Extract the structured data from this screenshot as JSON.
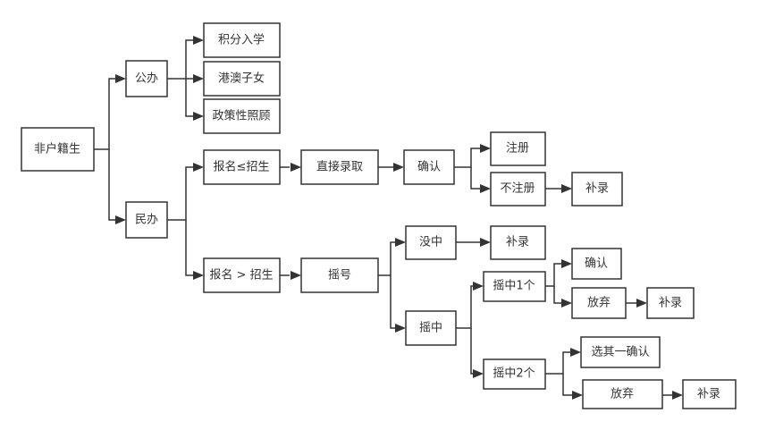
{
  "nodes": {
    "root": "非户籍生",
    "gongban": "公办",
    "jifen": "积分入学",
    "gangao": "港澳子女",
    "zhengce": "政策性照顾",
    "minban": "民办",
    "baoming_le": "报名≤招生",
    "zhijie": "直接录取",
    "queren1": "确认",
    "zhuce": "注册",
    "buzhuce": "不注册",
    "bulu1": "补录",
    "baoming_gt": "报名 > 招生",
    "yaohao": "摇号",
    "meizhong": "没中",
    "bulu2": "补录",
    "yaozhong": "摇中",
    "yaozhong1": "摇中1个",
    "queren2": "确认",
    "fangqi1": "放弃",
    "bulu3": "补录",
    "yaozhong2": "摇中2个",
    "xuanqi": "选其一确认",
    "fangqi2": "放弃",
    "bulu4": "补录"
  }
}
